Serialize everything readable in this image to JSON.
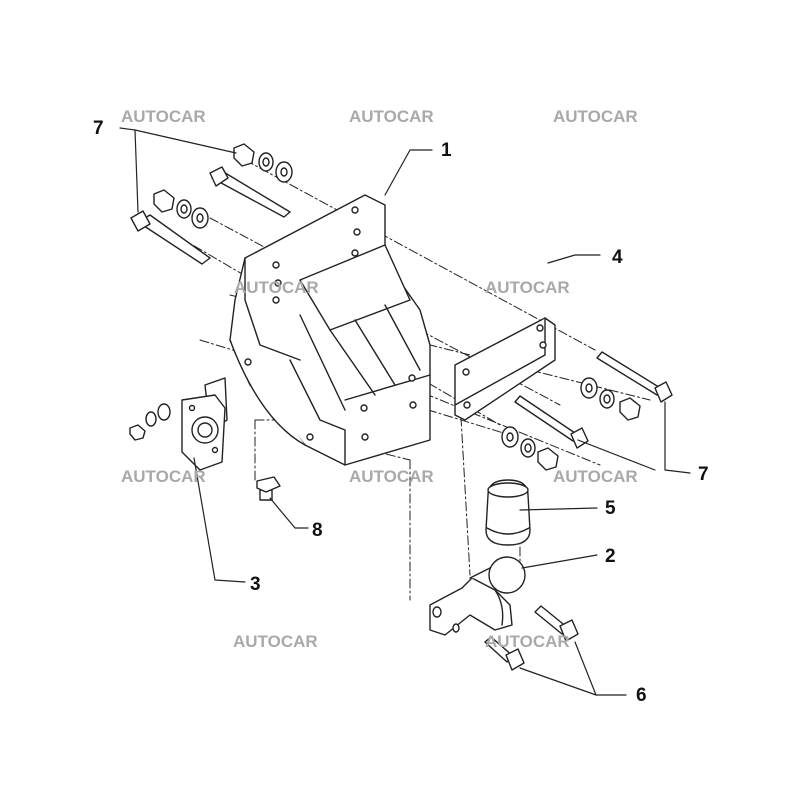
{
  "watermark": "AUTOCAR",
  "part_labels": [
    "1",
    "2",
    "3",
    "4",
    "5",
    "6",
    "7",
    "7",
    "8"
  ],
  "colors": {
    "line": "#222222",
    "fill": "#ffffff",
    "shade": "#d9d9d9",
    "watermark": "#a9a9a9"
  }
}
